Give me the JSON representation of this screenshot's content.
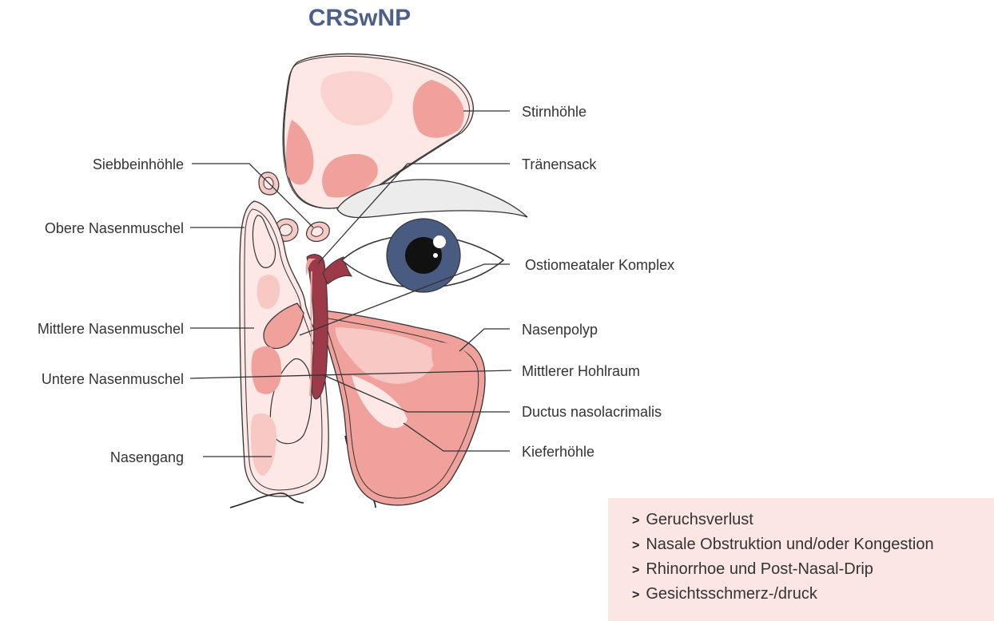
{
  "title": "CRSwNP",
  "labels": {
    "siebbeinhoehle": "Siebbeinhöhle",
    "obere_nasenmuschel": "Obere Nasenmuschel",
    "mittlere_nasenmuschel": "Mittlere Nasenmuschel",
    "untere_nasenmuschel": "Untere Nasenmuschel",
    "nasengang": "Nasengang",
    "stirnhoehle": "Stirnhöhle",
    "traenensack": "Tränensack",
    "ostiomeataler_komplex": "Ostiomeataler Komplex",
    "nasenpolyp": "Nasenpolyp",
    "mittlerer_hohlraum": "Mittlerer Hohlraum",
    "ductus_nasolacrimalis": "Ductus nasolacrimalis",
    "kieferhoehle": "Kieferhöhle"
  },
  "symptoms": {
    "bullet": ">",
    "items": [
      "Geruchsverlust",
      "Nasale Obstruktion und/oder Kongestion",
      "Rhinorrhoe und Post-Nasal-Drip",
      "Gesichtsschmerz-/druck"
    ]
  },
  "colors": {
    "title": "#4d6088",
    "tissue_light": "#fde8e6",
    "tissue_mid": "#f8c9c4",
    "tissue_dark": "#f0a19c",
    "duct": "#9d3a4a",
    "iris": "#4a5b82",
    "symptom_box": "#fbe6e4"
  }
}
